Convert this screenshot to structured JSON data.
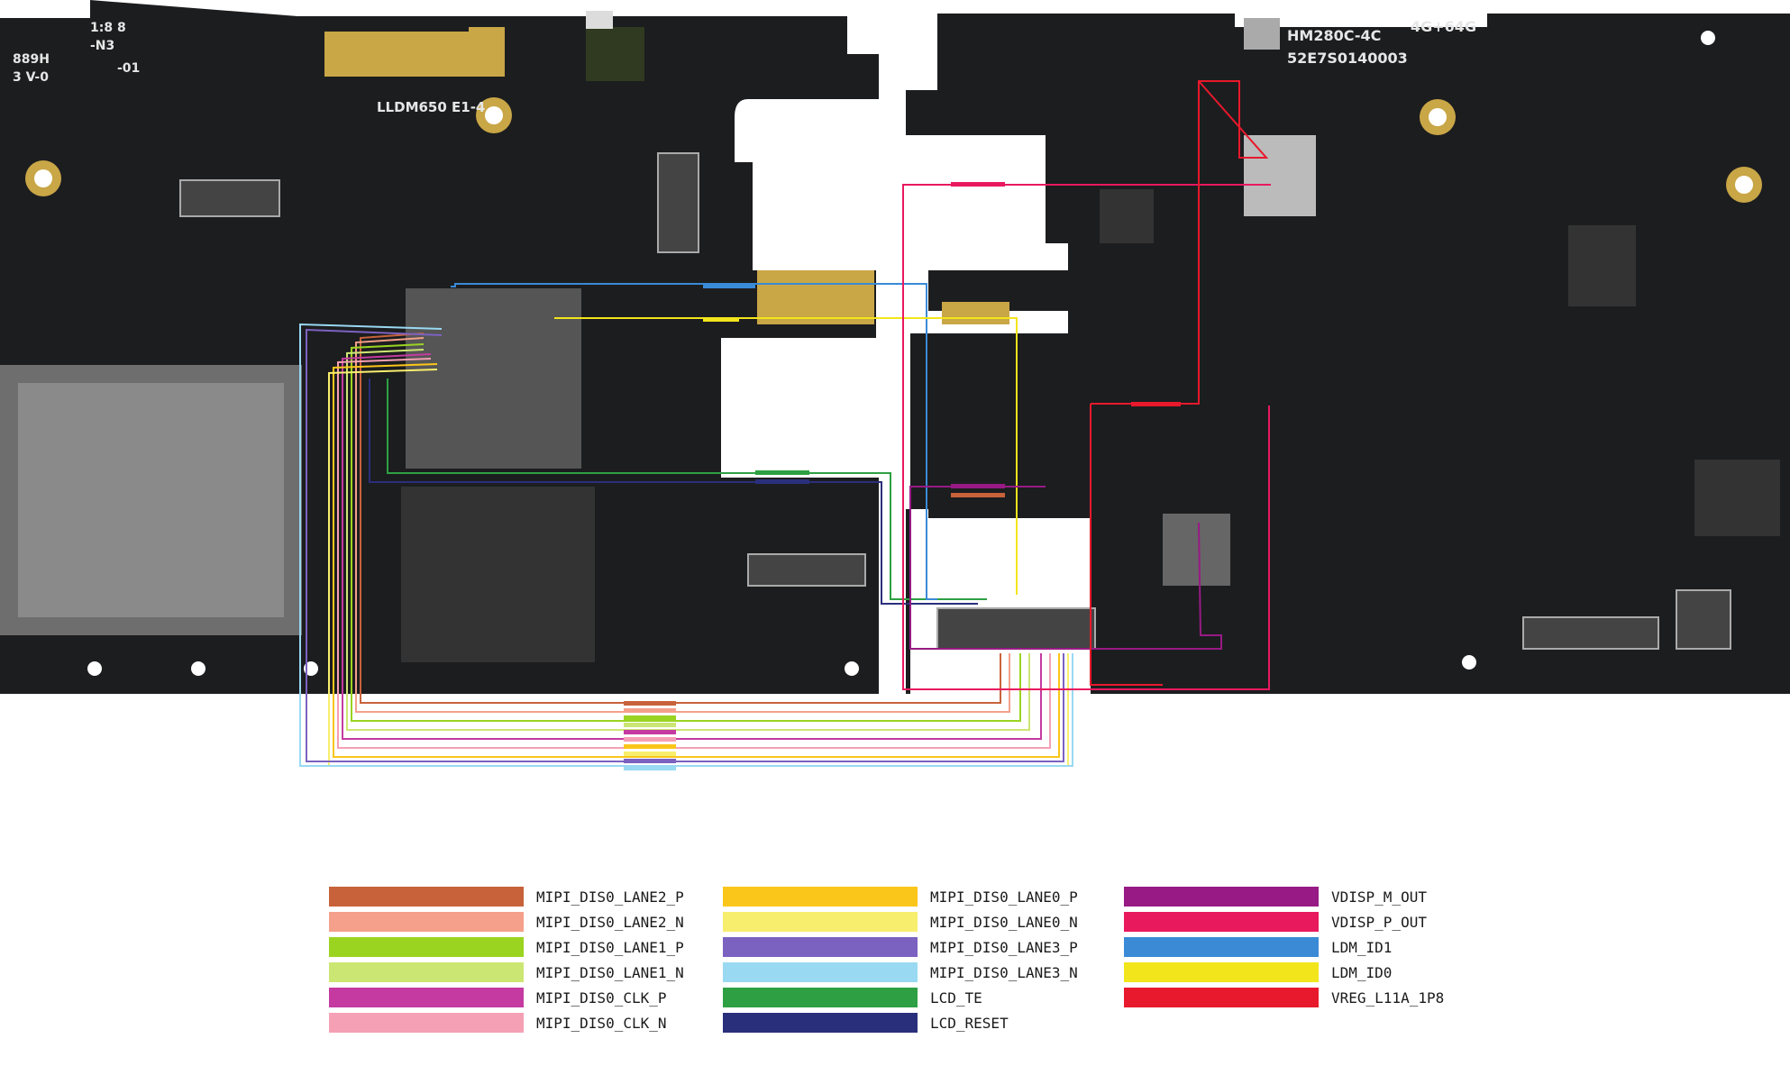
{
  "board_marks": {
    "left_board_label": "LLDM650 E1-4",
    "left_corner_code_1": "889H",
    "left_corner_code_2": "3 V-0",
    "left_corner_code_3": "-N3",
    "left_corner_code_4": "-01",
    "left_corner_code_5": "1:8 8",
    "right_board_label": "HM280C-4C",
    "right_board_capacity": "4G+64G",
    "right_board_serial": "52E7S0140003"
  },
  "legend": {
    "items": [
      {
        "label": "MIPI_DIS0_LANE2_P",
        "color": "#c8623a"
      },
      {
        "label": "MIPI_DIS0_LANE2_N",
        "color": "#f4a08a"
      },
      {
        "label": "MIPI_DIS0_LANE1_P",
        "color": "#9ad421"
      },
      {
        "label": "MIPI_DIS0_LANE1_N",
        "color": "#cce673"
      },
      {
        "label": "MIPI_DIS0_CLK_P",
        "color": "#c43aa0"
      },
      {
        "label": "MIPI_DIS0_CLK_N",
        "color": "#f5a0b4"
      },
      {
        "label": "MIPI_DIS0_LANE0_P",
        "color": "#fbc61a"
      },
      {
        "label": "MIPI_DIS0_LANE0_N",
        "color": "#f8ee6e"
      },
      {
        "label": "MIPI_DIS0_LANE3_P",
        "color": "#7b62c0"
      },
      {
        "label": "MIPI_DIS0_LANE3_N",
        "color": "#99d9f2"
      },
      {
        "label": "LCD_TE",
        "color": "#2ea043"
      },
      {
        "label": "LCD_RESET",
        "color": "#2a2f7c"
      },
      {
        "label": "VDISP_M_OUT",
        "color": "#981a85"
      },
      {
        "label": "VDISP_P_OUT",
        "color": "#e9195e"
      },
      {
        "label": "LDM_ID1",
        "color": "#3a8ad6"
      },
      {
        "label": "LDM_ID0",
        "color": "#f2e51c"
      },
      {
        "label": "VREG_L11A_1P8",
        "color": "#e8192c"
      }
    ]
  }
}
